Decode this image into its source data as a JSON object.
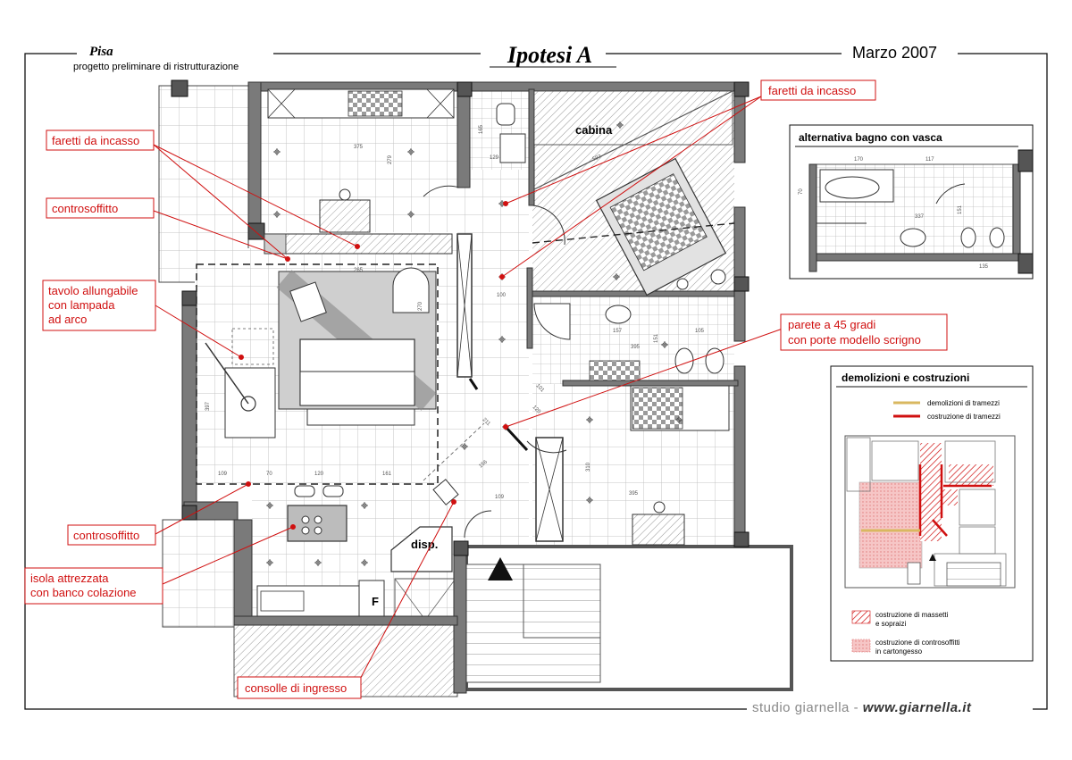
{
  "header": {
    "place": "Pisa",
    "subtitle": "progetto preliminare di ristrutturazione",
    "title": "Ipotesi A",
    "date": "Marzo 2007"
  },
  "plan": {
    "rooms": {
      "walk_in": "cabina",
      "storage": "disp.",
      "fridge": "F"
    },
    "dimensions": [
      "375",
      "279",
      "265",
      "270",
      "397",
      "109",
      "70",
      "120",
      "161",
      "100",
      "157",
      "395",
      "151",
      "105",
      "211",
      "101",
      "120",
      "156",
      "109",
      "310",
      "395",
      "165",
      "129",
      "597"
    ]
  },
  "callouts": [
    {
      "id": "faretti-left",
      "text": "faretti da incasso"
    },
    {
      "id": "controsoffitto-top",
      "text": "controsoffitto"
    },
    {
      "id": "tavolo",
      "lines": [
        "tavolo allungabile",
        "con lampada",
        "ad arco"
      ]
    },
    {
      "id": "controsoffitto-bottom",
      "text": "controsoffitto"
    },
    {
      "id": "isola",
      "lines": [
        "isola attrezzata",
        "con banco colazione"
      ]
    },
    {
      "id": "consolle",
      "text": "consolle di ingresso"
    },
    {
      "id": "faretti-right",
      "text": "faretti da incasso"
    },
    {
      "id": "parete",
      "lines": [
        "parete a 45 gradi",
        "con porte modello scrigno"
      ]
    }
  ],
  "alternative_bath": {
    "title": "alternativa bagno con vasca",
    "dims": [
      "170",
      "117",
      "70",
      "135",
      "151",
      "337"
    ]
  },
  "legend": {
    "title": "demolizioni e costruzioni",
    "items": [
      {
        "label": "demolizioni di tramezzi",
        "color": "#d9b860"
      },
      {
        "label": "costruzione di tramezzi",
        "color": "#d01010"
      }
    ],
    "fill_items": [
      {
        "lines": [
          "costruzione di massetti",
          "e sopraizi"
        ]
      },
      {
        "lines": [
          "costruzione di controsoffitti",
          "in cartongesso"
        ]
      }
    ]
  },
  "footer": {
    "prefix": "studio giarnella - ",
    "site": "www.giarnella.it"
  },
  "colors": {
    "callout": "#d01010",
    "wall": "#555555",
    "grid": "#bdbdbd",
    "frame": "#111111"
  }
}
